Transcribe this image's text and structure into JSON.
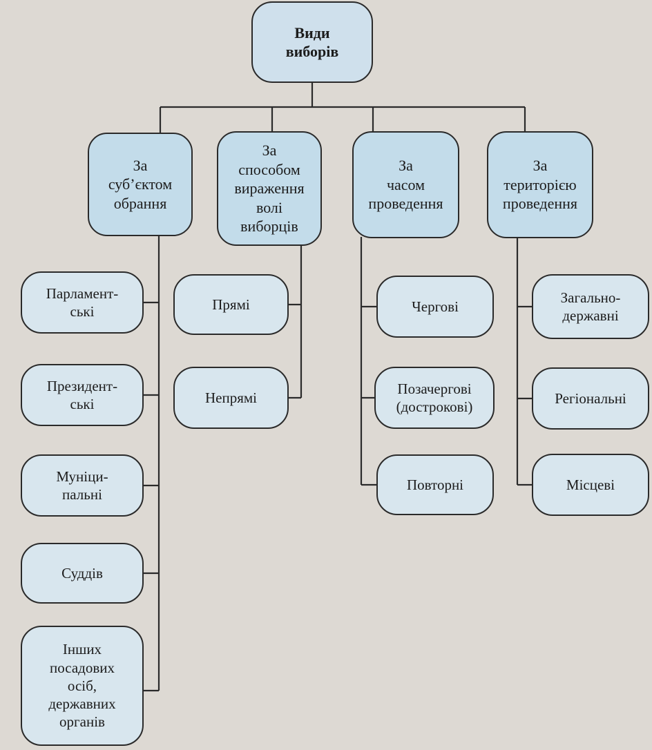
{
  "diagram": {
    "root": "Види\nвиборів",
    "categories": [
      {
        "label": "За\nсуб’єктом\nобрання",
        "items": [
          "Парламент-\nські",
          "Президент-\nські",
          "Муніци-\nпальні",
          "Суддів",
          "Інших\nпосадових\nосіб,\nдержавних\nорганів"
        ]
      },
      {
        "label": "За\nспособом\nвираження\nволі\nвиборців",
        "items": [
          "Прямі",
          "Непрямі"
        ]
      },
      {
        "label": "За\nчасом\nпроведення",
        "items": [
          "Чергові",
          "Позачергові\n(дострокові)",
          "Повторні"
        ]
      },
      {
        "label": "За\nтериторією\nпроведення",
        "items": [
          "Загально-\nдержавні",
          "Регіональні",
          "Місцеві"
        ]
      }
    ]
  },
  "colors": {
    "background": "#ddd9d3",
    "line": "#2a2a2a",
    "box_fill": "#c9dde9"
  }
}
